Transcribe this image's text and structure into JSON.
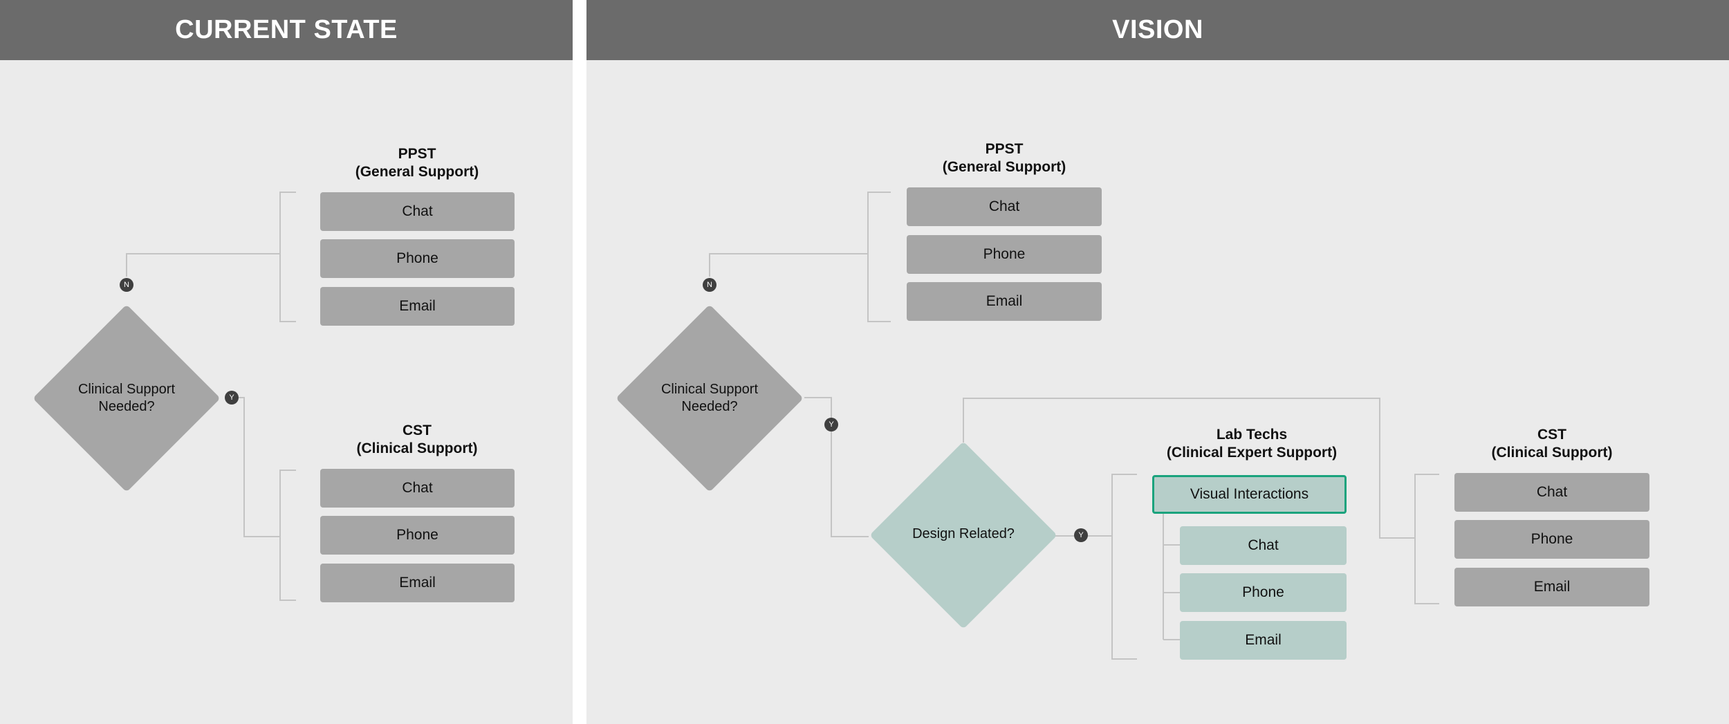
{
  "current_state": {
    "header": "CURRENT STATE",
    "decision": {
      "line1": "Clinical Support",
      "line2": "Needed?"
    },
    "badge_no": "N",
    "badge_yes": "Y",
    "ppst": {
      "line1": "PPST",
      "line2": "(General Support)",
      "options": [
        "Chat",
        "Phone",
        "Email"
      ]
    },
    "cst": {
      "line1": "CST",
      "line2": "(Clinical Support)",
      "options": [
        "Chat",
        "Phone",
        "Email"
      ]
    }
  },
  "vision": {
    "header": "VISION",
    "decision": {
      "line1": "Clinical Support",
      "line2": "Needed?"
    },
    "badge_no": "N",
    "badge_yes": "Y",
    "ppst": {
      "line1": "PPST",
      "line2": "(General Support)",
      "options": [
        "Chat",
        "Phone",
        "Email"
      ]
    },
    "design_decision": {
      "label": "Design Related?"
    },
    "badge_design_yes": "Y",
    "lab_techs": {
      "line1": "Lab Techs",
      "line2": "(Clinical Expert Support)",
      "highlight": "Visual Interactions",
      "options": [
        "Chat",
        "Phone",
        "Email"
      ]
    },
    "cst": {
      "line1": "CST",
      "line2": "(Clinical Support)",
      "options": [
        "Chat",
        "Phone",
        "Email"
      ]
    }
  },
  "colors": {
    "panel_bg": "#ebebeb",
    "header_bg": "#6b6b6b",
    "box_grey": "#a6a6a6",
    "box_teal": "#b6cec9",
    "highlight_border": "#1aa37d",
    "connector": "#c4c4c4",
    "badge": "#3f3f3f"
  }
}
